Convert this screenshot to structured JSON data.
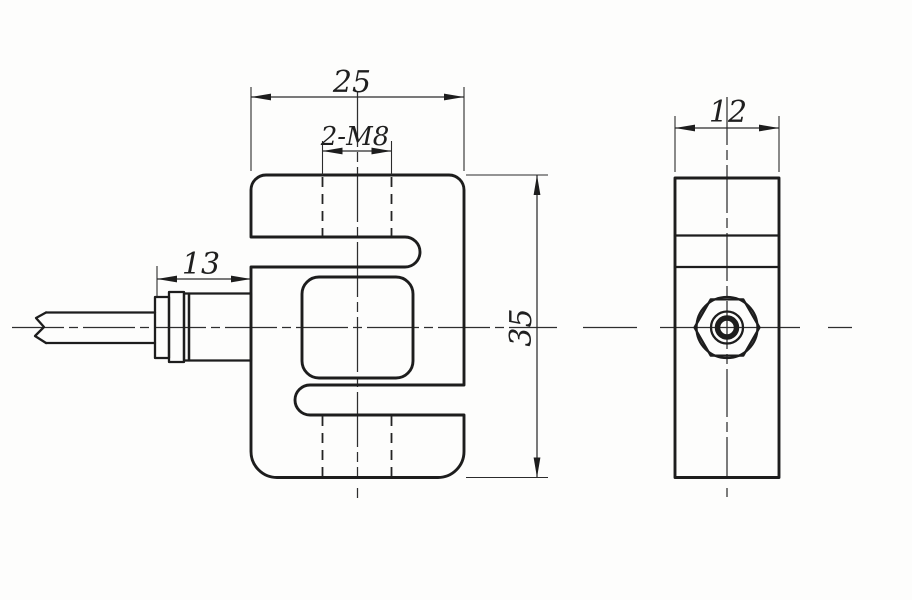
{
  "drawing": {
    "dimensions": {
      "body_width_mm": "25",
      "mounting_thread": "2-M8",
      "connector_length_mm": "13",
      "body_height_mm": "35",
      "body_thickness_mm": "12"
    },
    "colors": {
      "line": "#1d1d1d",
      "background": "#fdfdfc"
    }
  }
}
